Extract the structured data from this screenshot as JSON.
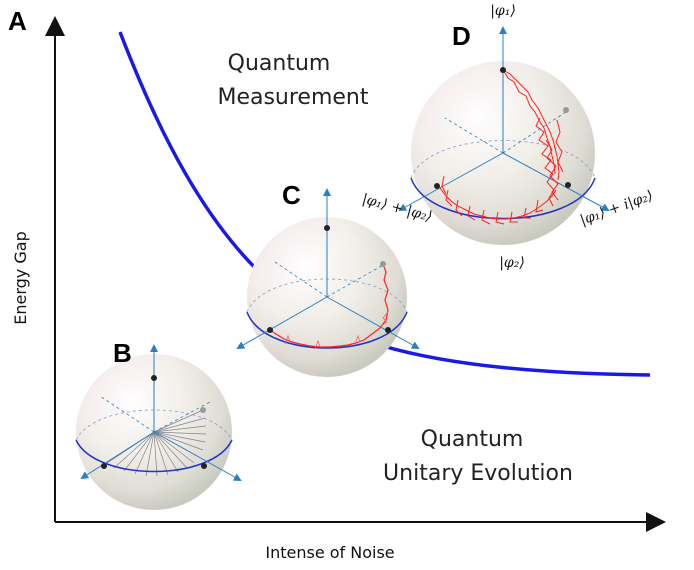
{
  "panels": {
    "a": "A",
    "b": "B",
    "c": "C",
    "d": "D"
  },
  "axes": {
    "x_label": "Intense of Noise",
    "y_label": "Energy Gap"
  },
  "regions": {
    "upper": [
      "Quantum",
      "Measurement"
    ],
    "lower": [
      "Quantum",
      "Unitary Evolution"
    ]
  },
  "kets": {
    "top": "|φ₁⟩",
    "bottom": "|φ₂⟩",
    "left": "|φ₁⟩ + |φ₂⟩",
    "right": "|φ₁⟩ + i|φ₂⟩"
  },
  "colors": {
    "boundary_curve": "#1a1ae6",
    "trajectory": "#ff2020",
    "equator": "#2233cc",
    "bloch_axis": "#2b7fc0"
  }
}
